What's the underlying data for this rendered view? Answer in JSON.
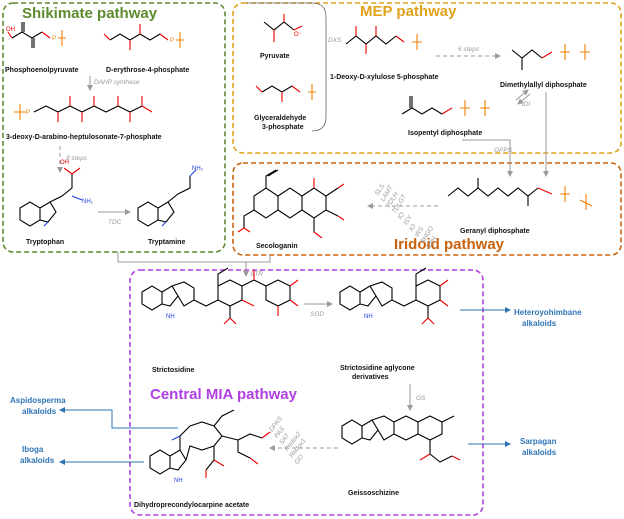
{
  "pathways": {
    "shikimate": {
      "title": "Shikimate pathway",
      "color": "#5E8A2E"
    },
    "mep": {
      "title": "MEP pathway",
      "color": "#E0A21B"
    },
    "iridoid": {
      "title": "Iridoid pathway",
      "color": "#C8620C"
    },
    "central": {
      "title": "Central MIA pathway",
      "color": "#B040E0"
    }
  },
  "compounds": {
    "pep": "Phosphoenolpyruvate",
    "e4p": "D-erythrose-4-phosphate",
    "dahp": "3-deoxy-D-arabino-heptulosonate-7-phosphate",
    "trp": "Tryptophan",
    "tryptamine": "Tryptamine",
    "pyruvate": "Pyruvate",
    "g3p_1": "Glyceraldehyde",
    "g3p_2": "3-phosphate",
    "dxp": "1-Deoxy-D-xylulose 5-phosphate",
    "dmapp": "Dimethylallyl diphosphate",
    "ipp": "Isopentyl diphosphate",
    "gpp": "Geranyl diphosphate",
    "secologanin": "Secologanin",
    "strictosidine": "Strictosidine",
    "aglycone_1": "Strictosidine aglycone",
    "aglycone_2": "derivatives",
    "geissoschizine": "Geissoschizine",
    "dpa": "Dihydroprecondylocarpine acetate"
  },
  "enzymes": {
    "dahps": "DAHP synthase",
    "nine_steps": "9 steps",
    "tdc": "TDC",
    "dxs": "DXS",
    "six_steps": "6 steps",
    "idi": "IDI",
    "gpps": "GPPS",
    "str": "STR",
    "sgd": "SGD",
    "gs": "GS",
    "iridoid_list": [
      "SLS",
      "LAMT",
      "7DLH",
      "7DLGT",
      "IO",
      "ISY",
      "IO",
      "IRS",
      "8HGO",
      "G8H"
    ],
    "central_list": [
      "DPAS",
      "PAS",
      "SAT",
      "Redox2",
      "Redox1",
      "GO"
    ]
  },
  "products": {
    "heteroyohimbane_1": "Heteroyohimbane",
    "heteroyohimbane_2": "alkaloids",
    "aspidosperma_1": "Aspidosperma",
    "aspidosperma_2": "alkaloids",
    "iboga_1": "Iboga",
    "iboga_2": "alkaloids",
    "sarpagan_1": "Sarpagan",
    "sarpagan_2": "alkaloids"
  },
  "atoms": {
    "O": "O",
    "OH": "OH",
    "P": "P",
    "H": "H",
    "N": "N",
    "NH": "NH",
    "NH2": "NH₂",
    "Ominus": "O⁻"
  }
}
